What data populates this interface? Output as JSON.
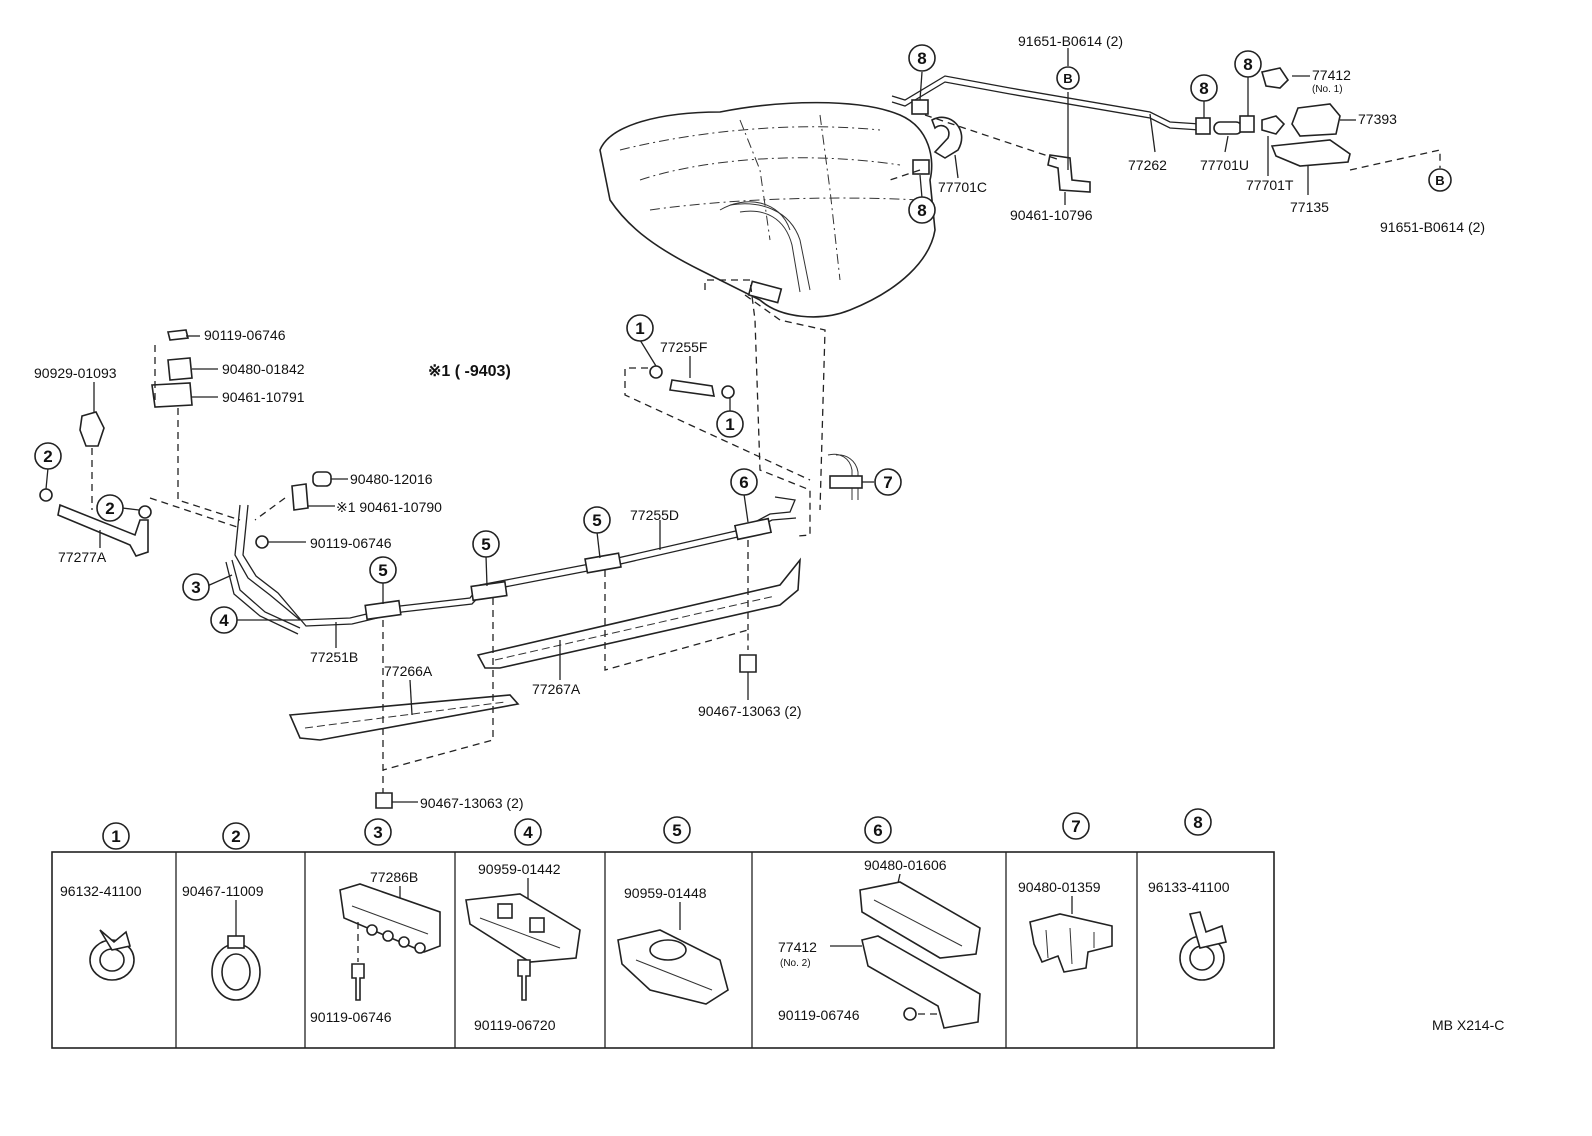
{
  "labels": {
    "p91651_top": "91651-B0614 (2)",
    "p77412": "77412",
    "p77412_no1": "(No. 1)",
    "p77393": "77393",
    "p77262": "77262",
    "p77701U": "77701U",
    "p77701T": "77701T",
    "p77135": "77135",
    "p91651_right": "91651-B0614 (2)",
    "p77701C": "77701C",
    "p90461_10796": "90461-10796",
    "p90119_top": "90119-06746",
    "p90480_01842": "90480-01842",
    "p90461_10791": "90461-10791",
    "p90929": "90929-01093",
    "p77255F": "77255F",
    "note1": "※1 (      -9403)",
    "p90480_12016": "90480-12016",
    "p90461_10790": "※1 90461-10790",
    "p90119_mid": "90119-06746",
    "p77277A": "77277A",
    "p77255D": "77255D",
    "p77251B": "77251B",
    "p77266A": "77266A",
    "p77267A": "77267A",
    "p90467_right": "90467-13063 (2)",
    "p90467_bottom": "90467-13063 (2)",
    "ref_code": "MB X214-C"
  },
  "callouts": {
    "c1": "1",
    "c2": "2",
    "c3": "3",
    "c4": "4",
    "c5": "5",
    "c6": "6",
    "c7": "7",
    "c8": "8",
    "cB": "B"
  },
  "legend": [
    {
      "num": "1",
      "parts": [
        "96132-41100"
      ]
    },
    {
      "num": "2",
      "parts": [
        "90467-11009"
      ]
    },
    {
      "num": "3",
      "parts": [
        "77286B",
        "90119-06746"
      ]
    },
    {
      "num": "4",
      "parts": [
        "90959-01442",
        "90119-06720"
      ]
    },
    {
      "num": "5",
      "parts": [
        "90959-01448"
      ]
    },
    {
      "num": "6",
      "parts": [
        "90480-01606",
        "77412",
        "(No. 2)",
        "90119-06746"
      ]
    },
    {
      "num": "7",
      "parts": [
        "90480-01359"
      ]
    },
    {
      "num": "8",
      "parts": [
        "96133-41100"
      ]
    }
  ]
}
